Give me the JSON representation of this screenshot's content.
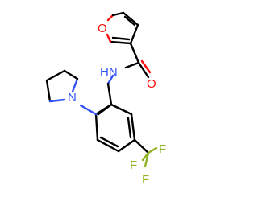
{
  "atoms": {
    "furan_o": {
      "text": "O",
      "color": "#ff0d0d"
    },
    "carbonyl_o": {
      "text": "O",
      "color": "#ff0d0d"
    },
    "amide_nh": {
      "text": "HN",
      "color": "#3050f8"
    },
    "pyrrolidine_n": {
      "text": "N",
      "color": "#3050f8"
    },
    "f1": {
      "text": "F",
      "color": "#8fb324"
    },
    "f2": {
      "text": "F",
      "color": "#8fb324"
    },
    "f3": {
      "text": "F",
      "color": "#8fb324"
    }
  }
}
